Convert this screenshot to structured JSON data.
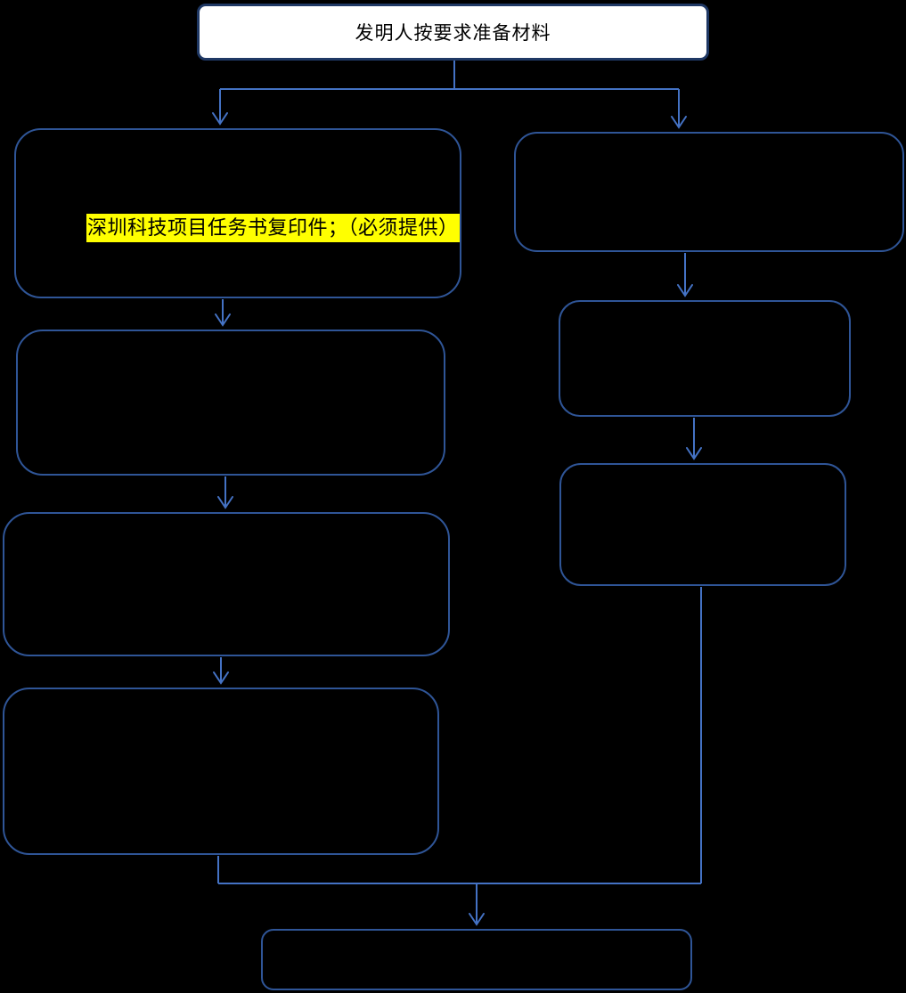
{
  "diagram": {
    "type": "flowchart",
    "background_color": "#000000",
    "colors": {
      "top_node_border": "#1F3864",
      "top_node_fill": "#FFFFFF",
      "node_border": "#2F5597",
      "node_fill": "#000000",
      "connector": "#4472C4",
      "highlight_background": "#FFFF00",
      "text": "#000000"
    },
    "nodes": {
      "top": {
        "label": "发明人按要求准备材料"
      },
      "left1": {
        "label": "",
        "highlight_text": "深圳科技项目任务书复印件；（必须提供）"
      },
      "left2": {
        "label": ""
      },
      "left3": {
        "label": ""
      },
      "left4": {
        "label": ""
      },
      "right1": {
        "label": ""
      },
      "right2": {
        "label": ""
      },
      "right3": {
        "label": ""
      },
      "end": {
        "label": ""
      }
    }
  }
}
